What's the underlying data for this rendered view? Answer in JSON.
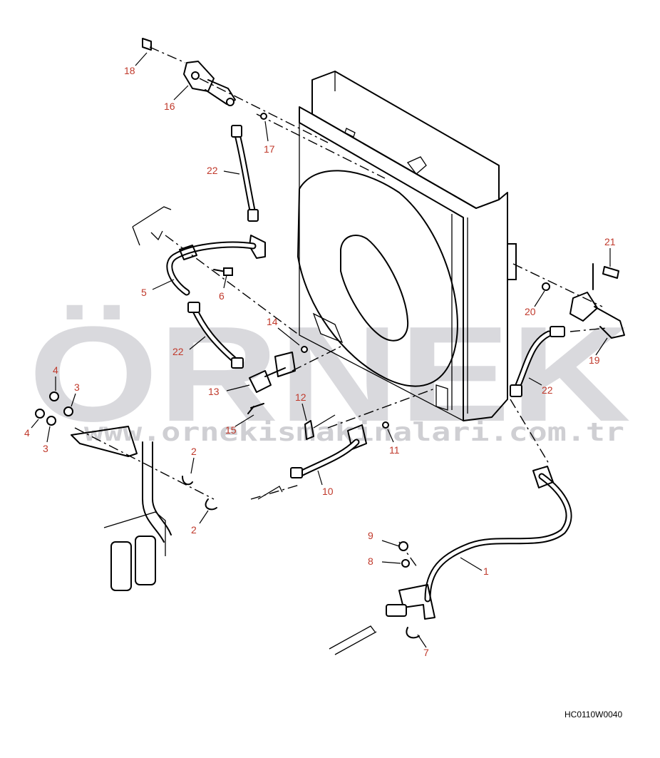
{
  "watermark": {
    "brand": "ÖRNEK",
    "url": "www.ornekismakinalari.com.tr",
    "accent_color": "#f2c200",
    "text_color": "#d9d9dd"
  },
  "drawing_code": "HC0110W0040",
  "callouts": [
    {
      "id": "c18",
      "label": "18"
    },
    {
      "id": "c16",
      "label": "16"
    },
    {
      "id": "c17",
      "label": "17"
    },
    {
      "id": "c22a",
      "label": "22"
    },
    {
      "id": "c5",
      "label": "5"
    },
    {
      "id": "c6",
      "label": "6"
    },
    {
      "id": "c22b",
      "label": "22"
    },
    {
      "id": "c14",
      "label": "14"
    },
    {
      "id": "c13",
      "label": "13"
    },
    {
      "id": "c15",
      "label": "15"
    },
    {
      "id": "c12",
      "label": "12"
    },
    {
      "id": "c11",
      "label": "11"
    },
    {
      "id": "c10",
      "label": "10"
    },
    {
      "id": "c4a",
      "label": "4"
    },
    {
      "id": "c3a",
      "label": "3"
    },
    {
      "id": "c4b",
      "label": "4"
    },
    {
      "id": "c3b",
      "label": "3"
    },
    {
      "id": "c2a",
      "label": "2"
    },
    {
      "id": "c2b",
      "label": "2"
    },
    {
      "id": "c21",
      "label": "21"
    },
    {
      "id": "c20",
      "label": "20"
    },
    {
      "id": "c19",
      "label": "19"
    },
    {
      "id": "c22c",
      "label": "22"
    },
    {
      "id": "c9",
      "label": "9"
    },
    {
      "id": "c8",
      "label": "8"
    },
    {
      "id": "c1",
      "label": "1"
    },
    {
      "id": "c7",
      "label": "7"
    }
  ],
  "colors": {
    "callout": "#c0392b",
    "line": "#000000",
    "background": "#ffffff"
  }
}
